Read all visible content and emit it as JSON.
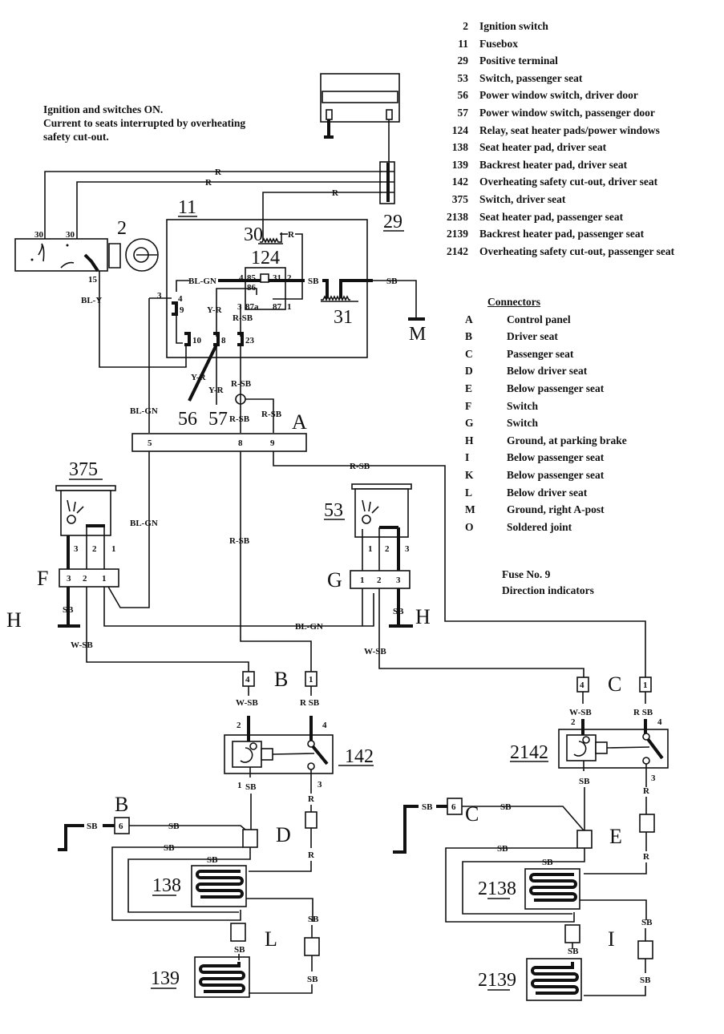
{
  "note": {
    "line1": "Ignition and switches ON.",
    "line2": "Current to seats interrupted by overheating",
    "line3": "safety cut-out."
  },
  "components": [
    {
      "num": "2",
      "name": "Ignition switch"
    },
    {
      "num": "11",
      "name": "Fusebox"
    },
    {
      "num": "29",
      "name": "Positive terminal"
    },
    {
      "num": "53",
      "name": "Switch, passenger seat"
    },
    {
      "num": "56",
      "name": "Power window switch, driver door"
    },
    {
      "num": "57",
      "name": "Power window switch, passenger door"
    },
    {
      "num": "124",
      "name": "Relay, seat heater pads/power windows"
    },
    {
      "num": "138",
      "name": "Seat heater pad, driver seat"
    },
    {
      "num": "139",
      "name": "Backrest heater pad, driver seat"
    },
    {
      "num": "142",
      "name": "Overheating safety cut-out, driver seat"
    },
    {
      "num": "375",
      "name": "Switch, driver seat"
    },
    {
      "num": "2138",
      "name": "Seat heater pad, passenger seat"
    },
    {
      "num": "2139",
      "name": "Backrest heater pad, passenger seat"
    },
    {
      "num": "2142",
      "name": "Overheating safety cut-out, passenger seat"
    }
  ],
  "connectors": {
    "title": "Connectors",
    "items": [
      {
        "key": "A",
        "name": "Control panel"
      },
      {
        "key": "B",
        "name": "Driver seat"
      },
      {
        "key": "C",
        "name": "Passenger seat"
      },
      {
        "key": "D",
        "name": "Below driver seat"
      },
      {
        "key": "E",
        "name": "Below passenger seat"
      },
      {
        "key": "F",
        "name": "Switch"
      },
      {
        "key": "G",
        "name": "Switch"
      },
      {
        "key": "H",
        "name": "Ground, at parking brake"
      },
      {
        "key": "I",
        "name": "Below passenger seat"
      },
      {
        "key": "K",
        "name": "Below passenger seat"
      },
      {
        "key": "L",
        "name": "Below driver seat"
      },
      {
        "key": "M",
        "name": "Ground, right A-post"
      },
      {
        "key": "O",
        "name": "Soldered joint"
      }
    ]
  },
  "fuse": {
    "line1": "Fuse No. 9",
    "line2": "Direction indicators"
  },
  "diagram": {
    "labels": {
      "c2": "2",
      "c11": "11",
      "c29": "29",
      "c30": "30",
      "c31": "31",
      "c124": "124",
      "c56": "56",
      "c57": "57",
      "c375": "375",
      "c53": "53",
      "c142": "142",
      "c2142": "2142",
      "c138": "138",
      "c139": "139",
      "c2138": "2138",
      "c2139": "2139",
      "A": "A",
      "B": "B",
      "B2": "B",
      "C": "C",
      "C2": "C",
      "D": "D",
      "E": "E",
      "F": "F",
      "G": "G",
      "H": "H",
      "H2": "H",
      "I": "I",
      "L": "L",
      "M": "M"
    },
    "wires": {
      "R": "R",
      "BL_GN": "BL-GN",
      "BL_Y": "BL-Y",
      "Y_R": "Y-R",
      "R_SB": "R-SB",
      "SB": "SB",
      "W_SB": "W-SB",
      "R_SB2": "R SB"
    },
    "pins": {
      "p30": "30",
      "p15": "15",
      "p3": "3",
      "p4": "4",
      "p9": "9",
      "p10": "10",
      "p8": "8",
      "p23": "23",
      "p1": "1",
      "p2": "2",
      "p5": "5",
      "p6": "6",
      "p31": "31",
      "p85": "85",
      "p87a": "87a",
      "p86": "86",
      "p87": "87"
    }
  }
}
